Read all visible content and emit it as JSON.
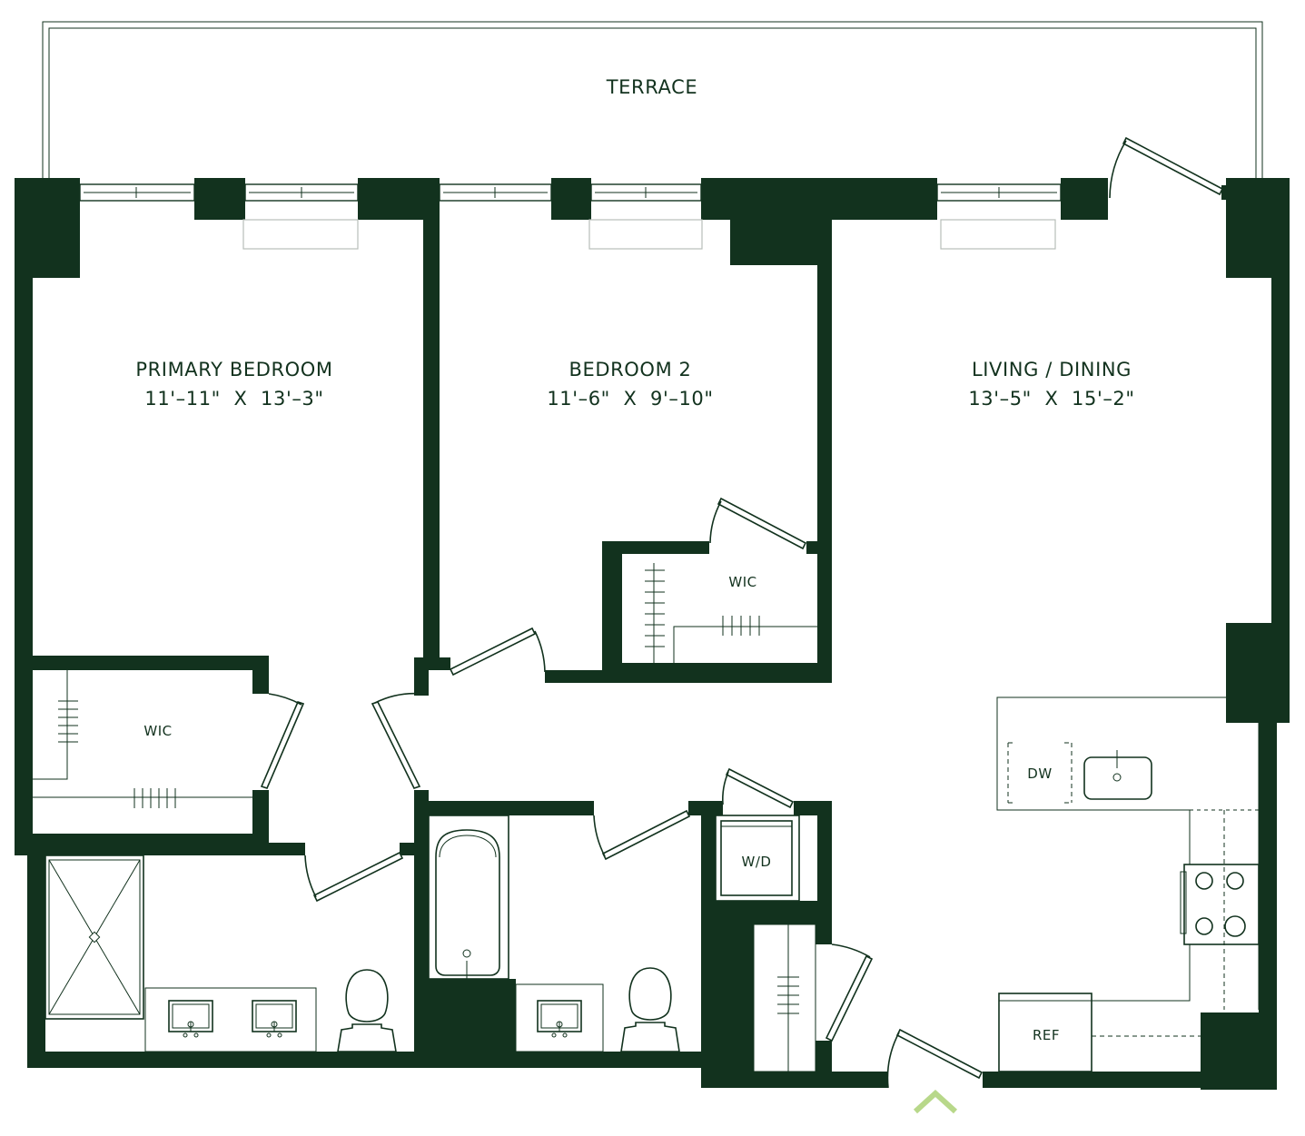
{
  "colors": {
    "wall": "#12321e",
    "entry_marker": "#b8d88a",
    "background": "#ffffff"
  },
  "rooms": {
    "terrace": {
      "name": "TERRACE"
    },
    "primary_bedroom": {
      "name": "PRIMARY BEDROOM",
      "dimensions": "11'–11\"  X  13'–3\""
    },
    "bedroom_2": {
      "name": "BEDROOM 2",
      "dimensions": "11'–6\"  X  9'–10\""
    },
    "living_dining": {
      "name": "LIVING / DINING",
      "dimensions": "13'–5\"  X  15'–2\""
    }
  },
  "labels": {
    "wic_primary": "WIC",
    "wic_bedroom2": "WIC",
    "washer_dryer": "W/D",
    "dishwasher": "DW",
    "refrigerator": "REF"
  },
  "icons": {
    "entry": "entry-chevron-icon"
  }
}
